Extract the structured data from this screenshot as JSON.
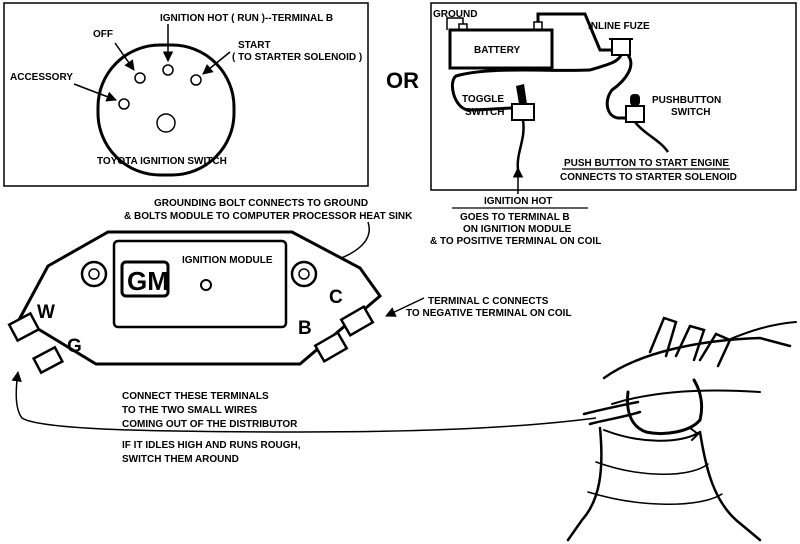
{
  "left_panel": {
    "hot_label": "IGNITION HOT ( RUN )--TERMINAL B",
    "off_label": "OFF",
    "start_label": "START",
    "start_sub_label": "( TO STARTER  SOLENOID )",
    "accessory_label": "ACCESSORY",
    "switch_title": "TOYOTA IGNITION SWITCH"
  },
  "or_label": "OR",
  "right_panel": {
    "ground_label": "GROUND",
    "battery_label": "BATTERY",
    "fuse_label": "INLINE FUZE",
    "toggle_line1": "TOGGLE",
    "toggle_line2": "SWITCH",
    "push_line1": "PUSHBUTTON",
    "push_line2": "SWITCH",
    "push_note_line1": "PUSH BUTTON TO START ENGINE",
    "push_note_line2": "CONNECTS TO STARTER SOLENOID"
  },
  "ign_hot_note": {
    "title": "IGNITION HOT",
    "line1": "GOES TO TERMINAL B",
    "line2": "ON IGNITION MODULE",
    "line3": "& TO POSITIVE TERMINAL ON COIL"
  },
  "grounding_note": {
    "line1": "GROUNDING BOLT CONNECTS TO GROUND",
    "line2": "& BOLTS MODULE TO COMPUTER PROCESSOR HEAT SINK"
  },
  "module": {
    "brand": "GM",
    "title": "IGNITION MODULE",
    "terminal_w": "W",
    "terminal_g": "G",
    "terminal_b": "B",
    "terminal_c": "C"
  },
  "terminal_c_note": {
    "line1": "TERMINAL C CONNECTS",
    "line2": "TO NEGATIVE TERMINAL ON COIL"
  },
  "connect_note": {
    "line1": "CONNECT THESE TERMINALS",
    "line2": "TO THE TWO SMALL WIRES",
    "line3": "COMING OUT OF THE DISTRIBUTOR",
    "line4": "IF IT IDLES HIGH AND RUNS ROUGH,",
    "line5": "SWITCH THEM AROUND"
  }
}
